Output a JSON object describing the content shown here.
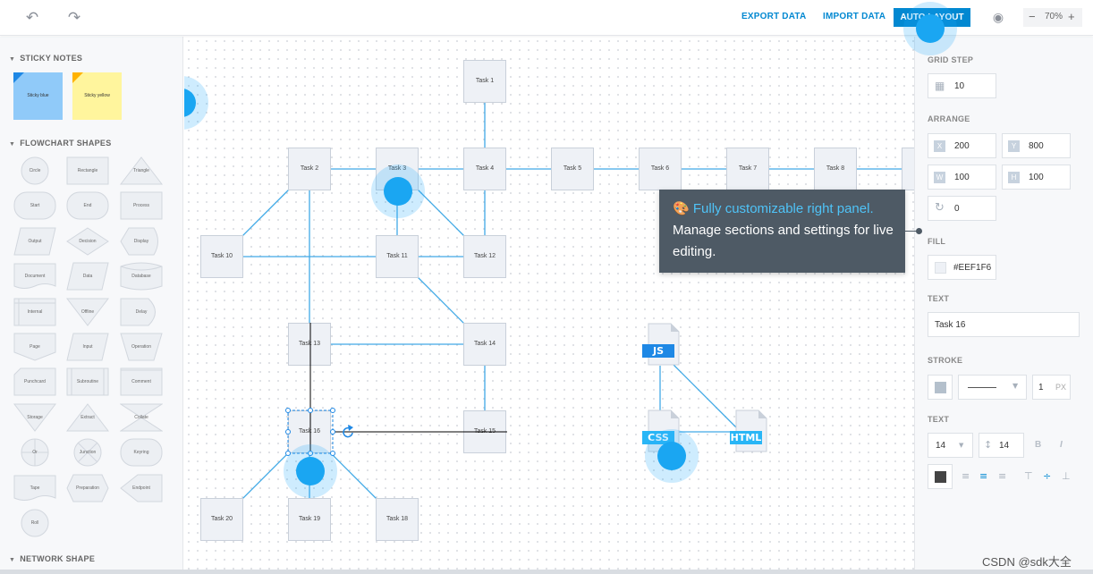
{
  "toolbar": {
    "undo_icon": "undo-icon",
    "redo_icon": "redo-icon",
    "export_label": "EXPORT DATA",
    "import_label": "IMPORT DATA",
    "auto_layout_label": "AUTO LAYOUT",
    "preview_icon": "eye-icon",
    "zoom_out": "−",
    "zoom_level": "70%",
    "zoom_in": "+"
  },
  "left_panel": {
    "sticky_title": "STICKY NOTES",
    "stickies": [
      {
        "label": "Sticky blue",
        "color": "#90caf9"
      },
      {
        "label": "Sticky yellow",
        "color": "#fff59d"
      }
    ],
    "flowchart_title": "FLOWCHART SHAPES",
    "shapes": [
      "Circle",
      "Rectangle",
      "Triangle",
      "Start",
      "End",
      "Process",
      "Output",
      "Decision",
      "Display",
      "Document",
      "Data",
      "Database",
      "Internal",
      "Offline",
      "Delay",
      "Page",
      "Input",
      "Operation",
      "Punchcard",
      "Subroutine",
      "Comment",
      "Storage",
      "Extract",
      "Collate",
      "Or",
      "Junction",
      "Keyring",
      "Tape",
      "Preparation",
      "Endpoint",
      "Roll"
    ],
    "network_title": "NETWORK SHAPE"
  },
  "canvas": {
    "nodes": [
      "Task 1",
      "Task 2",
      "Task 3",
      "Task 4",
      "Task 5",
      "Task 6",
      "Task 7",
      "Task 8",
      "Task 10",
      "Task 11",
      "Task 12",
      "Task 13",
      "Task 14",
      "Task 15",
      "Task 16",
      "Task 18",
      "Task 19",
      "Task 20"
    ],
    "files": [
      {
        "label": "JS",
        "color": "#1e88e5"
      },
      {
        "label": "CSS",
        "color": "#29b6f6"
      },
      {
        "label": "HTML",
        "color": "#29b6f6"
      }
    ]
  },
  "tooltip": {
    "emoji": "🎨",
    "highlight": "Fully customizable right panel.",
    "body": "Manage sections and settings for live editing."
  },
  "right_panel": {
    "grid_step_label": "GRID STEP",
    "grid_step": "10",
    "arrange_label": "ARRANGE",
    "x_badge": "X",
    "x": "200",
    "y_badge": "Y",
    "y": "800",
    "w_badge": "W",
    "w": "100",
    "h_badge": "H",
    "h": "100",
    "rotation": "0",
    "fill_label": "FILL",
    "fill": "#EEF1F6",
    "text_label": "TEXT",
    "text_value": "Task 16",
    "stroke_label": "STROKE",
    "stroke_width": "1",
    "stroke_unit": "PX",
    "font_label": "TEXT",
    "font_size": "14",
    "line_height": "14",
    "bold": "B",
    "italic": "I",
    "text_color": "#444444"
  },
  "watermark": "CSDN @sdk大全",
  "colors": {
    "accent": "#0288d1",
    "edge": "#40a9e6",
    "touch": "#1aa6f2"
  }
}
